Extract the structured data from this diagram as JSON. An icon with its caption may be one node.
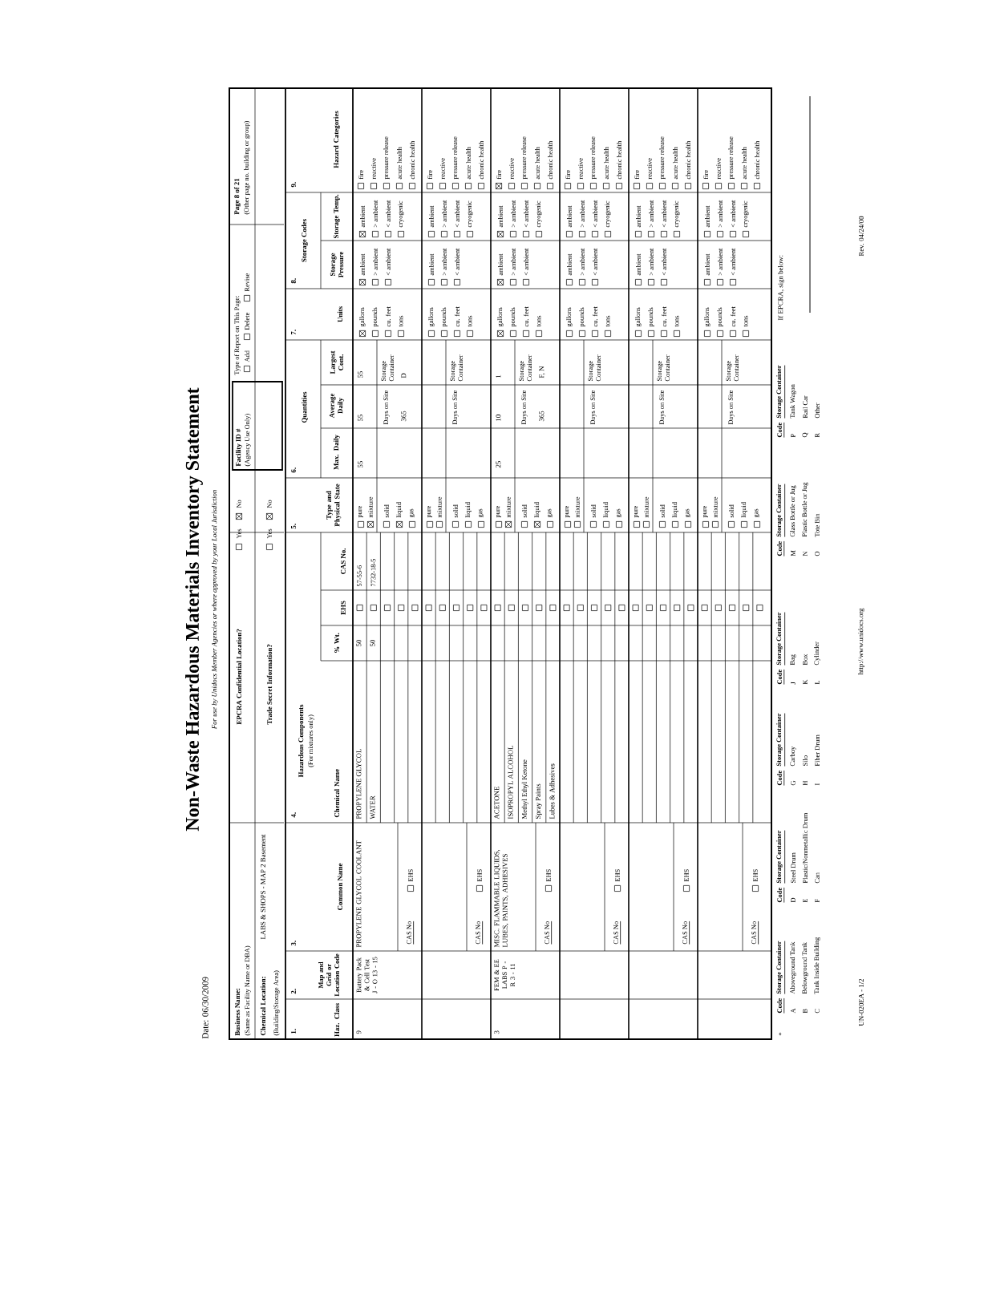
{
  "diagram": {
    "title": "Non-Waste Hazardous Materials Inventory Statement",
    "labels": [
      "Date: 06/30/2009",
      "For use by Unidocs Member Agencies or where approved by your Local Jurisdiction",
      "Business Name:",
      "(Same as Facility Name or DBA)",
      "EPCRA Confidential Location?",
      "Yes",
      "No",
      "Facility ID #",
      "(Agency Use Only)",
      "Type of Report on This Page:",
      "Add",
      "Delete",
      "Revise",
      "Page 8 of 21",
      "(Other page no. building or group)",
      "Chemical Location:",
      "LABS & SHOPS - MAP 2 Basement",
      "(Building/Storage Area)",
      "Trade Secret Information?",
      "Yes",
      "No",
      "1.",
      "2.",
      "3.",
      "4.",
      "5.",
      "6.",
      "7.",
      "8.",
      "9.",
      "Haz. Class",
      "Map and Grid or Location Code",
      "Common Name",
      "Chemical Name",
      "Hazardous Components",
      "(For mixtures only)",
      "% Wt.",
      "EHS",
      "CAS No.",
      "Type and Physical State",
      "Quantities",
      "Max. Daily",
      "Average Daily",
      "Largest Cont.",
      "Units",
      "Storage Codes",
      "Storage Pressure",
      "Storage Temp.",
      "Hazard Categories",
      "9",
      "Battery Pack & Cell Test J - O 13 - 15",
      "PROPYLENE GLYCOL COOLANT",
      "PROPYLENE GLYCOL",
      "50",
      "57-55-6",
      "WATER",
      "50",
      "7732-18-5",
      "55",
      "55",
      "55",
      "365",
      "D",
      "CAS No",
      "EHS",
      "pure",
      "mixture",
      "solid",
      "liquid",
      "gas",
      "Days on Site",
      "Storage Container",
      "gallons",
      "pounds",
      "cu. feet",
      "tons",
      "ambient",
      "> ambient",
      "< ambient",
      "ambient",
      "> ambient",
      "< ambient",
      "cryogenic",
      "fire",
      "reactive",
      "pressure release",
      "acute health",
      "chronic health",
      "CAS No",
      "EHS",
      "pure",
      "mixture",
      "solid",
      "liquid",
      "gas",
      "Days on Site",
      "Storage Container",
      "gallons",
      "pounds",
      "cu. feet",
      "tons",
      "ambient",
      "> ambient",
      "< ambient",
      "ambient",
      "> ambient",
      "< ambient",
      "cryogenic",
      "fire",
      "reactive",
      "pressure release",
      "acute health",
      "chronic health",
      "3",
      "FEM & EE LABS P - R 3 - 11",
      "MISC. FLAMMABLE LIQUIDS, LUBES, PAINTS, ADHESIVES",
      "ACETONE",
      "ISOPROPYL ALCOHOL",
      "Methyl Ethyl Ketone",
      "Spray Paints",
      "Lubes & Adhesives",
      "25",
      "10",
      "1",
      "365",
      "F, N",
      "CAS No",
      "EHS",
      "pure",
      "mixture",
      "solid",
      "liquid",
      "gas",
      "Days on Site",
      "Storage Container",
      "gallons",
      "pounds",
      "cu. feet",
      "tons",
      "ambient",
      "> ambient",
      "< ambient",
      "ambient",
      "> ambient",
      "< ambient",
      "cryogenic",
      "fire",
      "reactive",
      "pressure release",
      "acute health",
      "chronic health",
      "CAS No",
      "EHS",
      "pure",
      "mixture",
      "solid",
      "liquid",
      "gas",
      "Days on Site",
      "Storage Container",
      "gallons",
      "pounds",
      "cu. feet",
      "tons",
      "ambient",
      "> ambient",
      "< ambient",
      "ambient",
      "> ambient",
      "< ambient",
      "cryogenic",
      "fire",
      "reactive",
      "pressure release",
      "acute health",
      "chronic health",
      "CAS No",
      "EHS",
      "pure",
      "mixture",
      "solid",
      "liquid",
      "gas",
      "Days on Site",
      "Storage Container",
      "gallons",
      "pounds",
      "cu. feet",
      "tons",
      "ambient",
      "> ambient",
      "< ambient",
      "ambient",
      "> ambient",
      "< ambient",
      "cryogenic",
      "fire",
      "reactive",
      "pressure release",
      "acute health",
      "chronic health",
      "CAS No",
      "EHS",
      "pure",
      "mixture",
      "solid",
      "liquid",
      "gas",
      "Days on Site",
      "Storage Container",
      "gallons",
      "pounds",
      "cu. feet",
      "tons",
      "ambient",
      "> ambient",
      "< ambient",
      "ambient",
      "> ambient",
      "< ambient",
      "cryogenic",
      "fire",
      "reactive",
      "pressure release",
      "acute health",
      "chronic health",
      "*",
      "Code",
      "Storage Container",
      "A",
      "Aboveground Tank",
      "B",
      "Belowground Tank",
      "C",
      "Tank Inside Building",
      "Code",
      "Storage Container",
      "D",
      "Steel Drum",
      "E",
      "Plastic/Nonmetallic Drum",
      "F",
      "Can",
      "Code",
      "Storage Container",
      "G",
      "Carboy",
      "H",
      "Silo",
      "I",
      "Fiber Drum",
      "Code",
      "Storage Container",
      "J",
      "Bag",
      "K",
      "Box",
      "L",
      "Cylinder",
      "Code",
      "Storage Container",
      "M",
      "Glass Bottle or Jug",
      "N",
      "Plastic Bottle or Jug",
      "O",
      "Tote Bin",
      "Code",
      "Storage Container",
      "P",
      "Tank Wagon",
      "Q",
      "Rail Car",
      "R",
      "Other",
      "If EPCRA, sign below:",
      "UN-020EA - 1/2",
      "http://www.unidocs.org",
      "Rev. 04/24/00"
    ]
  }
}
